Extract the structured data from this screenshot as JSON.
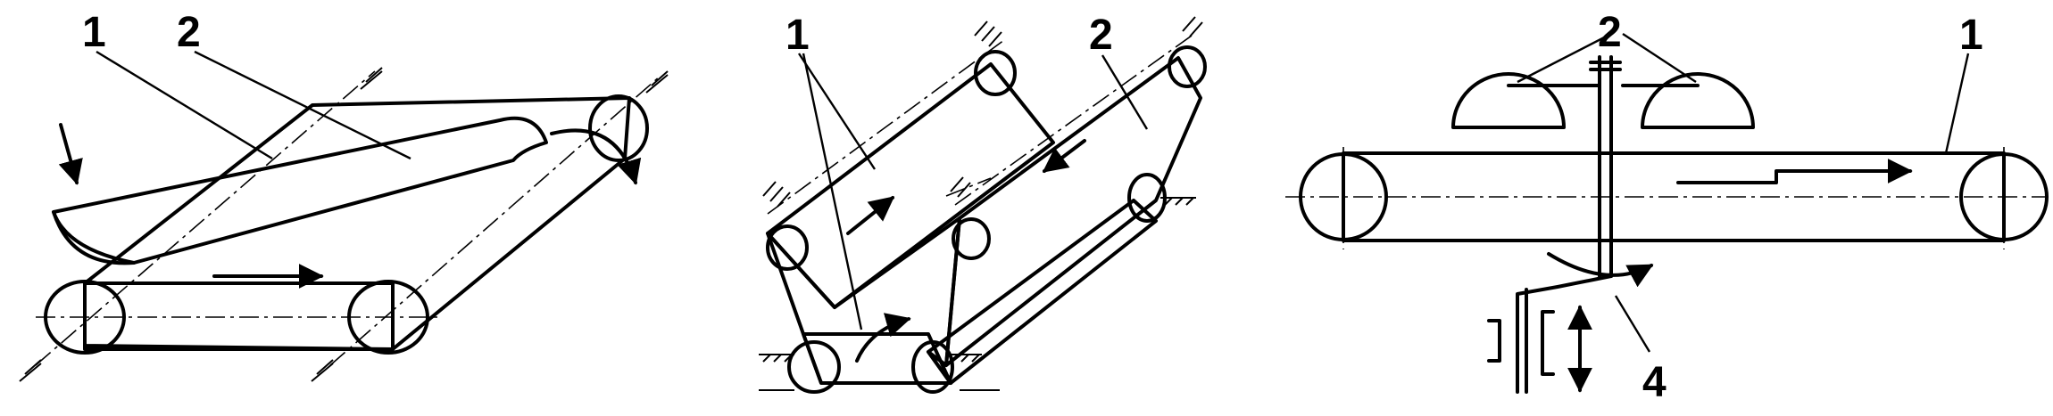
{
  "colors": {
    "belt_fill": "#e8e8e8",
    "belt_side": "#c9c9c9",
    "belt_dark": "#9b9b9b",
    "roller_fill": "#dcdcdc",
    "dome_dark": "#6e6e6e",
    "dome_light": "#e6e6e6",
    "stroke": "#000000"
  },
  "figures": [
    {
      "name": "inclined-belt-conveyor",
      "labels": [
        {
          "text": "1"
        },
        {
          "text": "2"
        }
      ]
    },
    {
      "name": "v-belt-conveyor",
      "labels": [
        {
          "text": "1"
        },
        {
          "text": "2"
        }
      ]
    },
    {
      "name": "horizontal-belt-with-domes",
      "labels": [
        {
          "text": "2"
        },
        {
          "text": "1"
        },
        {
          "text": "4"
        }
      ]
    }
  ],
  "icons": [
    "arrow-icon",
    "rotation-arrow-icon",
    "fixed-support-hatch-icon",
    "up-down-arrow-icon"
  ]
}
